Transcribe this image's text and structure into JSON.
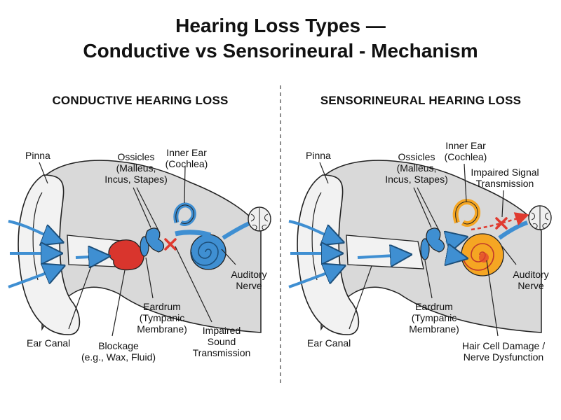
{
  "title": {
    "line1": "Hearing Loss Types —",
    "line2": "Conductive vs Sensorineural - Mechanism"
  },
  "colors": {
    "outline": "#222222",
    "skin_gray": "#d9d9d9",
    "ear_light": "#f2f2f2",
    "blue": "#3f8fd2",
    "red_blockage": "#d9352d",
    "orange_damage": "#f5a623",
    "red_x": "#e03a2f"
  },
  "left": {
    "heading": "CONDUCTIVE HEARING LOSS",
    "labels": {
      "pinna": "Pinna",
      "ossicles": [
        "Ossicles",
        "(Malleus,",
        "Incus, Stapes)"
      ],
      "inner_ear": [
        "Inner Ear",
        "(Cochlea)"
      ],
      "auditory_nerve": [
        "Auditory",
        "Nerve"
      ],
      "eardrum": [
        "Eardrum",
        "(Tympanic",
        "Membrane)"
      ],
      "impaired_sound": [
        "Impaired",
        "Sound",
        "Transmission"
      ],
      "ear_canal": "Ear Canal",
      "blockage": [
        "Blockage",
        "(e.g., Wax, Fluid)"
      ]
    }
  },
  "right": {
    "heading": "SENSORINEURAL HEARING LOSS",
    "labels": {
      "pinna": "Pinna",
      "ossicles": [
        "Ossicles",
        "(Malleus,",
        "Incus, Stapes)"
      ],
      "inner_ear": [
        "Inner Ear",
        "(Cochlea)"
      ],
      "impaired_signal": [
        "Impaired Signal",
        "Transmission"
      ],
      "auditory_nerve": [
        "Auditory",
        "Nerve"
      ],
      "eardrum": [
        "Eardrum",
        "(Tympanic",
        "Membrane)"
      ],
      "ear_canal": "Ear Canal",
      "hair_cell": [
        "Hair Cell Damage /",
        "Nerve Dysfunction"
      ]
    }
  }
}
